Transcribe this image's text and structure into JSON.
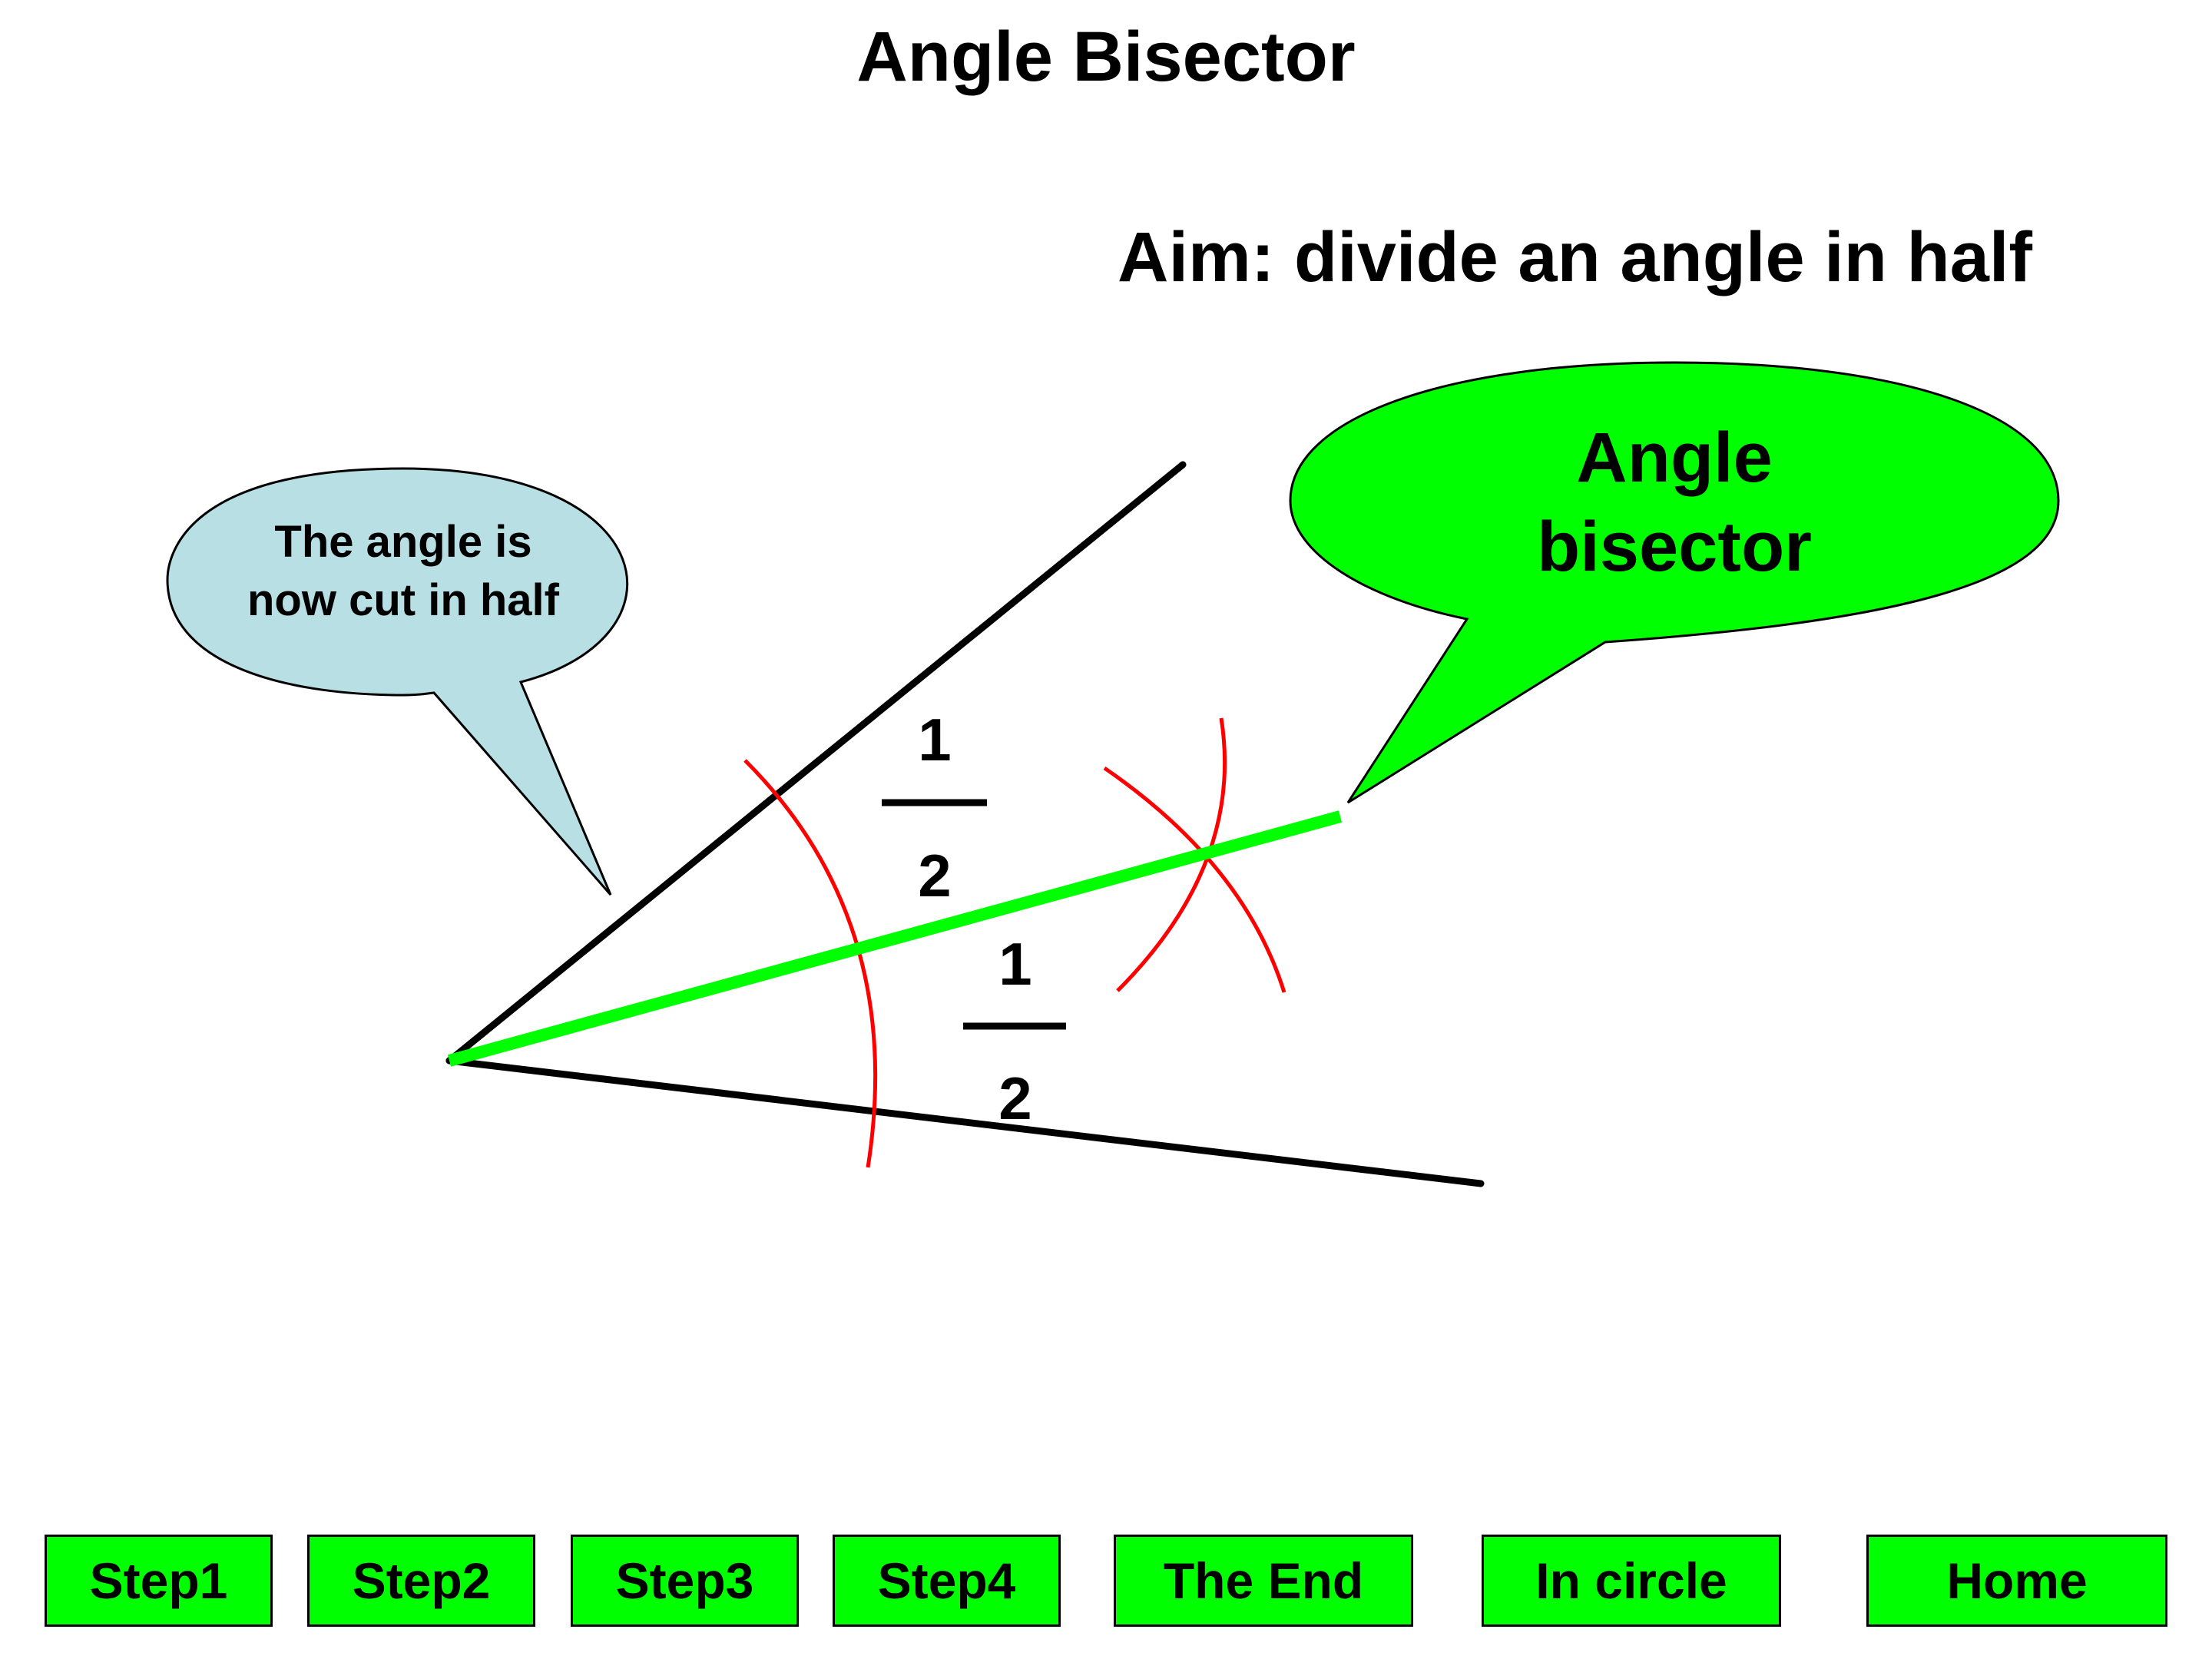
{
  "title": "Angle Bisector",
  "aim": "Aim: divide an angle in half",
  "bubbles": {
    "left_text": "The angle is now cut in half",
    "right_text": "Angle bisector"
  },
  "fractions": {
    "upper": {
      "numerator": "1",
      "denominator": "2"
    },
    "lower": {
      "numerator": "1",
      "denominator": "2"
    }
  },
  "nav": [
    "Step1",
    "Step2",
    "Step3",
    "Step4",
    "The End",
    "In circle",
    "Home"
  ],
  "colors": {
    "bisector": "#00ff00",
    "arcs": "#ff0000",
    "lines": "#000000",
    "bubble_left": "#b8dfe4",
    "bubble_right": "#00ff00",
    "button": "#00ff00"
  }
}
